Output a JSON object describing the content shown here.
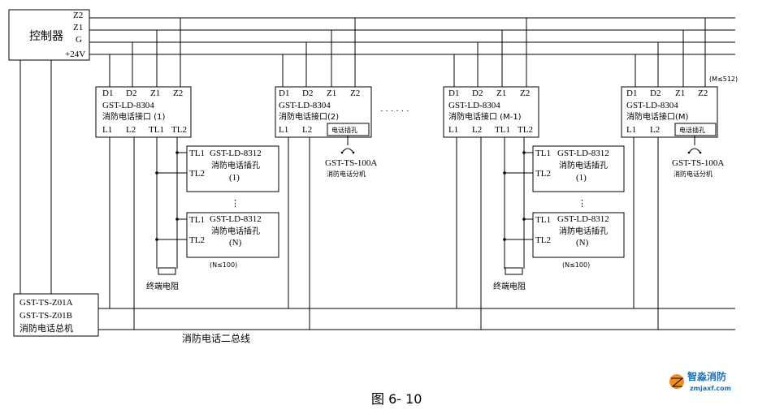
{
  "controller": {
    "label": "控制器",
    "buses": [
      "Z2",
      "Z1",
      "G",
      "+24V"
    ]
  },
  "interface_module": {
    "terminals_top": [
      "D1",
      "D2",
      "Z1",
      "Z2"
    ],
    "model": "GST-LD-8304",
    "terminals_bottom_full": [
      "L1",
      "L2",
      "TL1",
      "TL2"
    ],
    "terminals_bottom_short": [
      "L1",
      "L2"
    ],
    "names": [
      "消防电话接口 (1)",
      "消防电话接口(2)",
      "消防电话接口 (M-1)",
      "消防电话接口(M)"
    ],
    "jack_label": "电话插孔"
  },
  "jack_module": {
    "terminals": [
      "TL1",
      "TL2"
    ],
    "model": "GST-LD-8312",
    "name": "消防电话插孔",
    "index_first": "(1)",
    "index_last": "(N)",
    "vdots": "⋮",
    "limit": "(N≤100)"
  },
  "extension": {
    "model": "GST-TS-100A",
    "name": "消防电话分机"
  },
  "terminator": "终端电阻",
  "ellipsis": "· · · · · ·",
  "limit_m": "(M≤512)",
  "host": {
    "line1": "GST-TS-Z01A",
    "line2": "GST-TS-Z01B",
    "line3": "消防电话总机"
  },
  "bus_label": "消防电话二总线",
  "figure_label": "图 6- 10",
  "watermark": {
    "name": "智淼消防",
    "url": "zmjaxf.com",
    "colors": {
      "orange": "#f28c1e",
      "blue": "#1f6fb5"
    }
  }
}
